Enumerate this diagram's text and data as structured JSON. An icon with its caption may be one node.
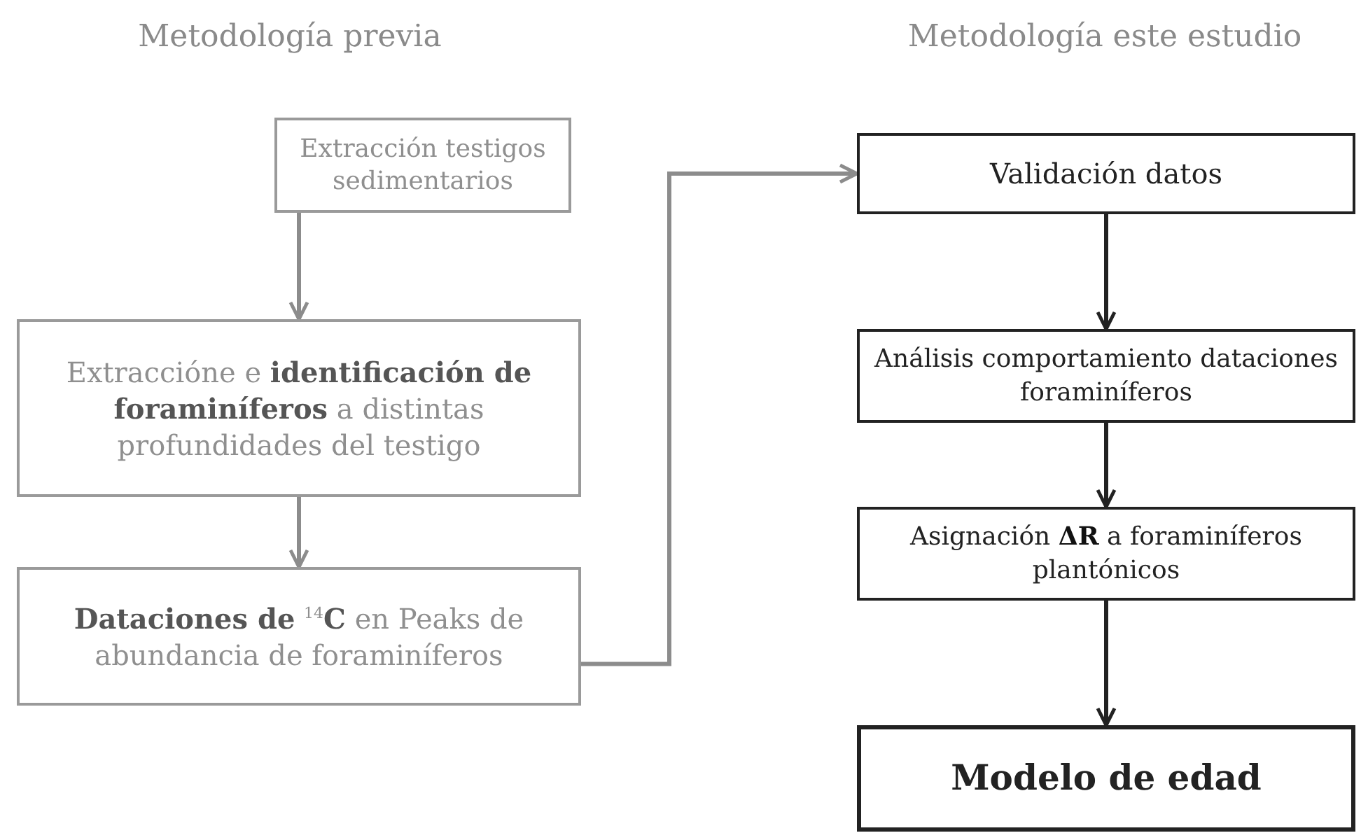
{
  "diagram": {
    "nodes": [
      {
        "text": [
          "Extracción testigos sedimentarios"
        ]
      },
      {
        "text": [
          "Extraccióne e **identificación de foraminíferos** a distintas profundidades del testigo"
        ]
      },
      {
        "text": [
          "**Dataciones de** $^{14}$**C** en Peaks de abundancia de foraminíferos"
        ]
      },
      {
        "text": [
          "Validación datos"
        ]
      },
      {
        "text": [
          "Análisis comportamiento dataciones foraminíferos"
        ]
      },
      {
        "text": [
          "Asignación **ΔR** a foraminíferos plantónicos"
        ]
      },
      {
        "text": [
          "Modelo de edad"
        ]
      }
    ],
    "edges": [
      {
        "from": 0,
        "to": 1,
        "arrow": "to",
        "color": "#8c8c8c"
      },
      {
        "from": 1,
        "to": 2,
        "arrow": "to",
        "color": "#8c8c8c"
      },
      {
        "from": 2,
        "to": 3,
        "arrow": "to",
        "color": "#8c8c8c"
      },
      {
        "from": 3,
        "to": 4,
        "arrow": "to",
        "color": "#222222"
      },
      {
        "from": 4,
        "to": 5,
        "arrow": "to",
        "color": "#222222"
      },
      {
        "from": 5,
        "to": 6,
        "arrow": "to",
        "color": "#222222"
      }
    ],
    "labels": [
      "Metodología previa",
      "Metodología este estudio"
    ]
  }
}
